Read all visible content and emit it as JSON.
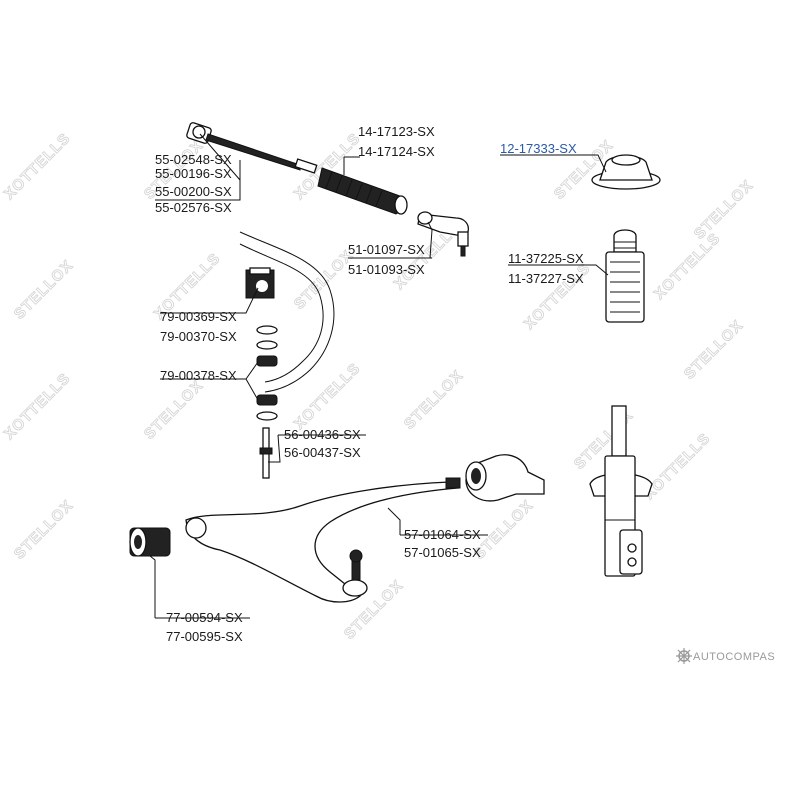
{
  "watermark": {
    "brand_a": "STELLOX",
    "brand_b": "XOTTELLS"
  },
  "footer_brand": "AUTOCOMPAS",
  "highlight_color": "#2a5aa8",
  "labels": {
    "tierod_1": "55-02548-SX",
    "tierod_2": "55-00196-SX",
    "tierod_3": "55-00200-SX",
    "tierod_4": "55-02576-SX",
    "boot_1": "14-17123-SX",
    "boot_2": "14-17124-SX",
    "mount_1": "12-17333-SX",
    "tierodend_1": "51-01097-SX",
    "tierodend_2": "51-01093-SX",
    "bumpstop_1": "11-37225-SX",
    "bumpstop_2": "11-37227-SX",
    "stabbush_1": "79-00369-SX",
    "stabbush_2": "79-00370-SX",
    "linkbush_1": "79-00378-SX",
    "link_1": "56-00436-SX",
    "link_2": "56-00437-SX",
    "arm_1": "57-01064-SX",
    "arm_2": "57-01065-SX",
    "armbush_1": "77-00594-SX",
    "armbush_2": "77-00595-SX"
  }
}
